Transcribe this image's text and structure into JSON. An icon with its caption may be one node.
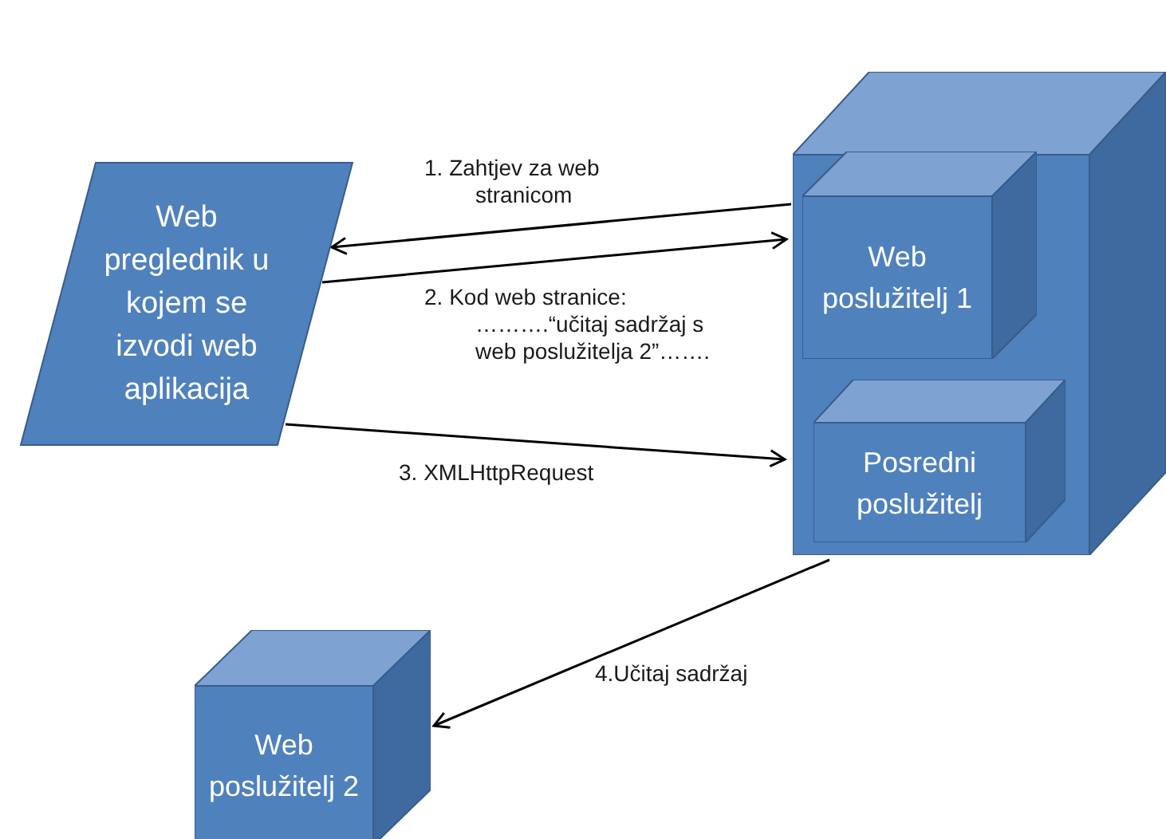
{
  "diagram": {
    "nodes": [
      {
        "text": [
          "Web preglednik u kojem se izvodi web aplikacija"
        ]
      },
      {
        "text": [],
        "shape": "box"
      },
      {
        "text": [
          "Web poslužitelj 1"
        ],
        "in": 1
      },
      {
        "text": [
          "Posredni poslužitelj"
        ],
        "in": 1
      },
      {
        "text": [
          "Web poslužitelj 2"
        ]
      }
    ],
    "edges": [
      {
        "from": 1,
        "to": 0,
        "arrow": "to",
        "label": "1. Zahtjev za web stranicom"
      },
      {
        "from": 0,
        "to": 1,
        "arrow": "to",
        "label": "2. Kod web stranice: ……….“učitaj sadržaj s web poslužitelja 2”……."
      },
      {
        "from": 0,
        "to": 1,
        "arrow": "to",
        "label": "3. XMLHttpRequest"
      },
      {
        "from": 1,
        "to": 4,
        "arrow": "to",
        "label": "4.Učitaj sadržaj"
      }
    ]
  }
}
